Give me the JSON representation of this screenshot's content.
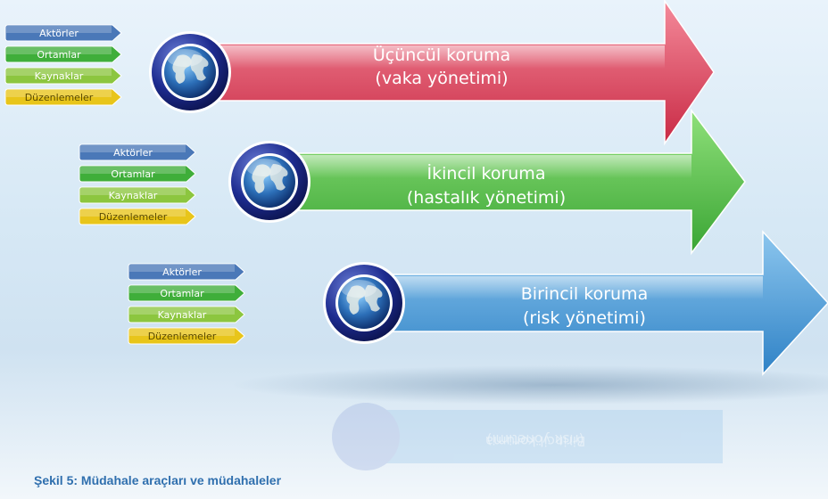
{
  "groups": [
    {
      "id": "tertiary",
      "title_line1": "Üçüncül koruma",
      "title_line2": "(vaka yönetimi)",
      "color_light": "#f48a9a",
      "color_dark": "#c92a45",
      "tags": [
        "Aktörler",
        "Ortamlar",
        "Kaynaklar",
        "Düzenlemeler"
      ]
    },
    {
      "id": "secondary",
      "title_line1": "İkincil koruma",
      "title_line2": "(hastalık yönetimi)",
      "color_light": "#8fe07a",
      "color_dark": "#3aa534",
      "tags": [
        "Aktörler",
        "Ortamlar",
        "Kaynaklar",
        "Düzenlemeler"
      ]
    },
    {
      "id": "primary",
      "title_line1": "Birincil koruma",
      "title_line2": "(risk yönetimi)",
      "color_light": "#8cc6ee",
      "color_dark": "#2f82c6",
      "tags": [
        "Aktörler",
        "Ortamlar",
        "Kaynaklar",
        "Düzenlemeler"
      ]
    }
  ],
  "tag_colors": [
    "#4a78b8",
    "#3fae3a",
    "#8cc63f",
    "#e8c51a"
  ],
  "caption": "Şekil 5: Müdahale araçları ve müdahaleler"
}
